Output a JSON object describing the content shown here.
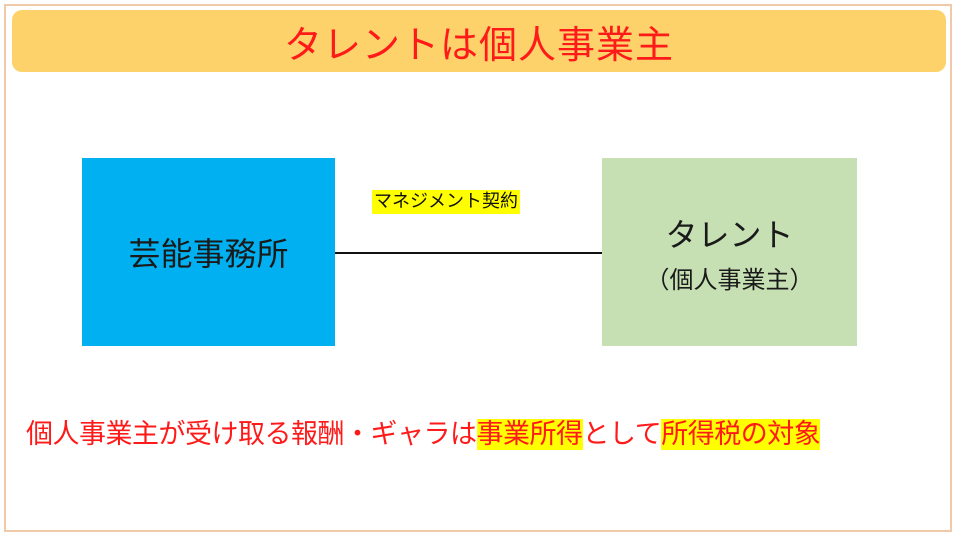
{
  "title": "タレントは個人事業主",
  "diagram": {
    "left_box": {
      "label": "芸能事務所"
    },
    "right_box": {
      "label": "タレント",
      "sublabel": "（個人事業主）"
    },
    "connector_label": "マネジメント契約"
  },
  "statement": {
    "part1": "個人事業主が受け取る報酬・ギャラは",
    "highlight1": "事業所得",
    "part2": "として",
    "highlight2": "所得税の対象"
  },
  "colors": {
    "title_bar": "#fdd26b",
    "title_text": "#ff1a1a",
    "agency_box": "#00b0f0",
    "talent_box": "#c6e0b4",
    "highlight": "#ffff00",
    "frame": "#f0c9a8"
  }
}
